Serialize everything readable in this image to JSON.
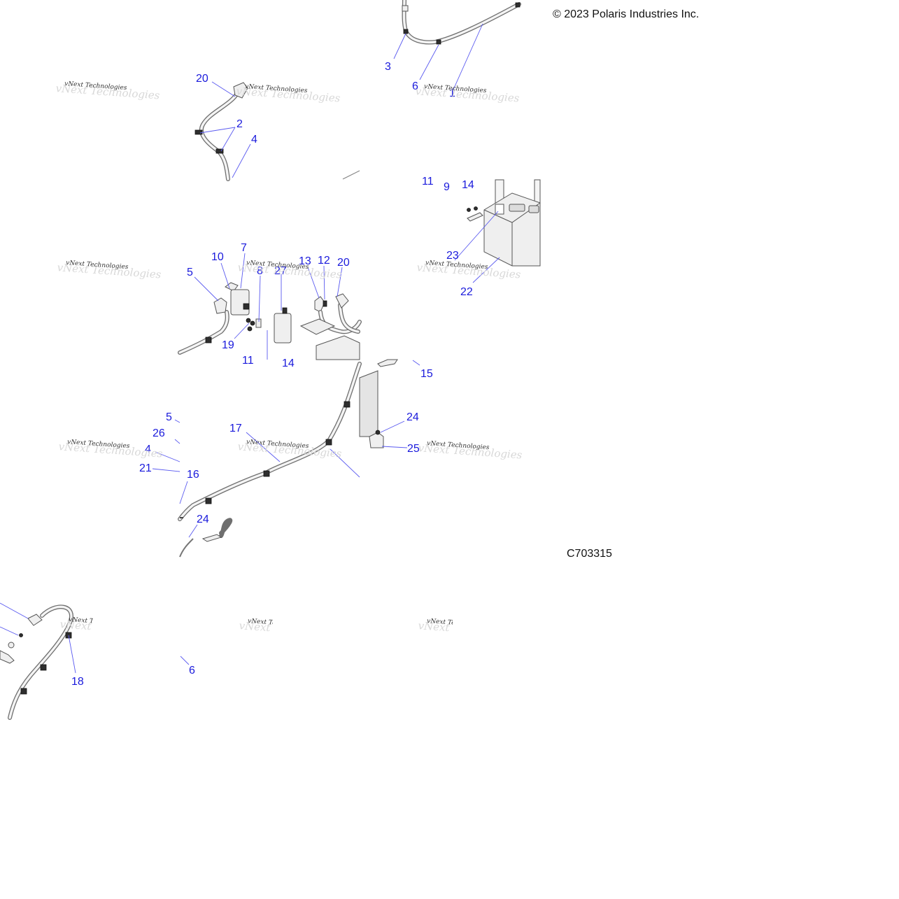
{
  "copyright": "© 2023 Polaris Industries Inc.",
  "figure_code": "C703315",
  "watermark": "vNext Technologies",
  "callouts": [
    "20",
    "2",
    "4",
    "3",
    "6",
    "1",
    "11",
    "9",
    "14",
    "10",
    "7",
    "5",
    "8",
    "27",
    "13",
    "12",
    "20",
    "23",
    "22",
    "19",
    "11",
    "14",
    "15",
    "24",
    "25",
    "5",
    "26",
    "17",
    "4",
    "21",
    "16",
    "24",
    "18",
    "6"
  ]
}
